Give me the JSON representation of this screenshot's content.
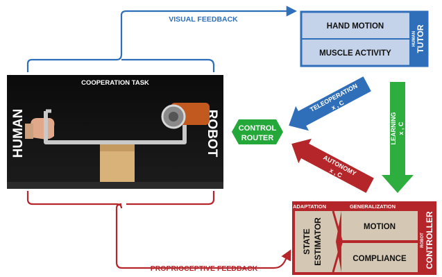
{
  "feedback": {
    "visual": "VISUAL FEEDBACK",
    "proprioceptive": "PROPRIOCEPTIVE FEEDBACK"
  },
  "task": {
    "title": "COOPERATION TASK",
    "left_label": "HUMAN",
    "right_label": "ROBOT"
  },
  "tutor": {
    "rows": [
      "HAND MOTION",
      "MUSCLE ACTIVITY"
    ],
    "side_small": "HUMAN",
    "side_big": "TUTOR"
  },
  "router": {
    "line1": "CONTROL",
    "line2": "ROUTER"
  },
  "arrows": {
    "teleoperation": "TELEOPERATION",
    "teleoperation_sub": "x , C",
    "autonomy": "AUTONOMY",
    "autonomy_sub": "x , C",
    "learning": "LEARNING",
    "learning_sub": "x , C"
  },
  "controller": {
    "adaptation": "ADAPTATION",
    "generalization": "GENERALIZATION",
    "state_line1": "STATE",
    "state_line2": "ESTIMATOR",
    "motion": "MOTION",
    "compliance": "COMPLIANCE",
    "side_small": "ROBOT",
    "side_big": "CONTROLLER"
  },
  "colors": {
    "blue": "#2f6fba",
    "blue_light": "#c4d3ea",
    "red": "#b5262a",
    "red_light": "#d4c7b4",
    "green": "#2eae3f",
    "green_router": "#24a83a"
  }
}
